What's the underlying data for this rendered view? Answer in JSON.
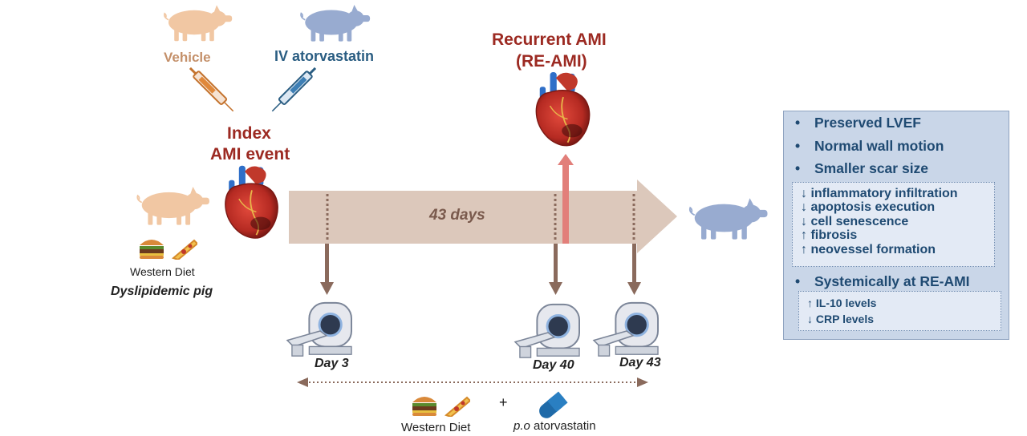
{
  "treatment": {
    "vehicle_label": "Vehicle",
    "iv_label": "IV atorvastatin"
  },
  "index_event": {
    "line1": "Index",
    "line2": "AMI event"
  },
  "recurrent": {
    "line1": "Recurrent  AMI",
    "line2": "(RE-AMI)"
  },
  "animal": {
    "diet_label": "Western Diet",
    "model_label": "Dyslipidemic pig"
  },
  "timeline": {
    "duration_label": "43 days",
    "checkpoints": [
      "Day 3",
      "Day 40",
      "Day 43"
    ]
  },
  "bottom": {
    "diet_label": "Western Diet",
    "plus": "+",
    "drug_prefix": "p.o",
    "drug_suffix": " atorvastatin"
  },
  "outcomes": {
    "main": [
      "Preserved LVEF",
      "Normal wall motion",
      "Smaller scar size"
    ],
    "tissue": [
      "↓ inflammatory infiltration",
      "↓ apoptosis execution",
      "↓ cell senescence",
      "↑ fibrosis",
      "↑ neovessel formation"
    ],
    "systemic_header": "Systemically at RE-AMI",
    "systemic": [
      "↑ IL-10 levels",
      "↓ CRP levels"
    ]
  },
  "colors": {
    "dark_red": "#9c2a22",
    "dark_blue": "#1f4a72",
    "tan_arrow": "#dcc8bb",
    "brown_arrow": "#8a6a5c",
    "pink_pig": "#f1c7a3",
    "blue_pig": "#98abd0",
    "panel_bg": "#c9d6e8"
  }
}
